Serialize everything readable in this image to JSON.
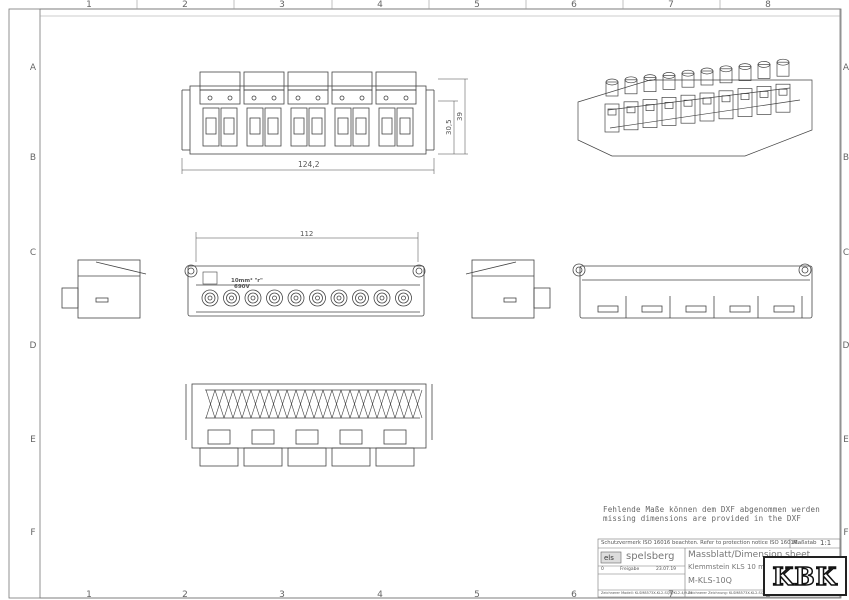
{
  "sheet": {
    "columns": [
      "1",
      "2",
      "3",
      "4",
      "5",
      "6",
      "7",
      "8"
    ],
    "rows": [
      "A",
      "B",
      "C",
      "D",
      "E",
      "F"
    ]
  },
  "dims": {
    "width_top": "124,2",
    "height_inner": "30,5",
    "height_outer": "39",
    "width_front": "112"
  },
  "marking": {
    "rating": "10mm² \"r\"",
    "voltage": "690V"
  },
  "notes": {
    "line1": "Fehlende Maße können dem DXF abgenommen werden",
    "line2": "missing dimensions are provided in the DXF"
  },
  "title_block": {
    "protection": "Schutzvermerk ISO 16016 beachten. Refer to protection notice ISO 16016.",
    "scale_label": "Maßstab",
    "scale": "1:1",
    "doc_type": "Massblatt/Dimension sheet",
    "part_name": "Klemmstein KLS 10 mm²",
    "part_no": "M-KLS-10Q",
    "brand": "spelsberg",
    "brand_short": "els",
    "rev_index": "0",
    "rev_text": "Freigabe",
    "rev_date": "23.07.19",
    "footer_left": "Zeichnerer Modell: KLSM8573X-KL2-SQM/KL2-4/9-01",
    "footer_right": "Zeichnerer Zeichnung: KLSM8573X-KL2-SQM/KL2-4/9-01"
  },
  "watermark": "KBK"
}
